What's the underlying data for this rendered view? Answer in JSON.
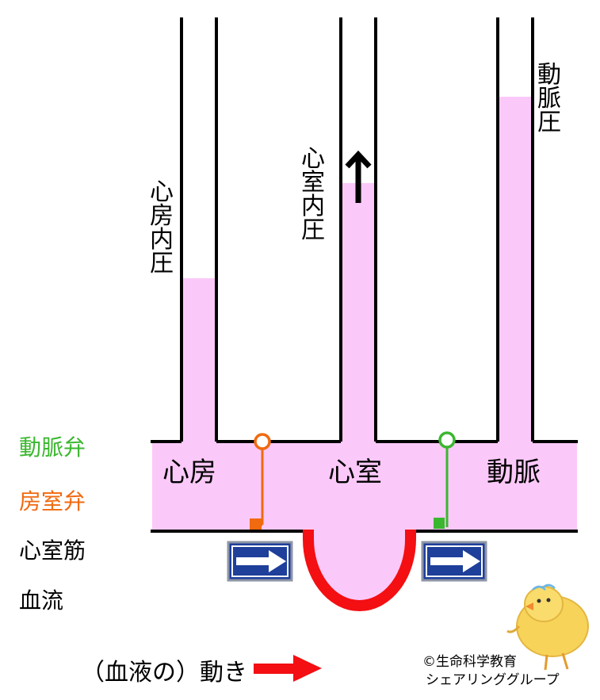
{
  "columns": {
    "atrium_pressure": "心房内圧",
    "ventricle_pressure": "心室内圧",
    "artery_pressure": "動脈圧"
  },
  "chambers": {
    "atrium": "心房",
    "ventricle": "心室",
    "artery": "動脈"
  },
  "legend": {
    "arterial_valve": "動脈弁",
    "av_valve": "房室弁",
    "ventricular_muscle": "心室筋",
    "blood_flow": "血流"
  },
  "motion_label": "（血液の）動き",
  "credit": {
    "line1": "©生命科学教育",
    "line2": "シェアリンググループ"
  },
  "icons": [
    "up-arrow-icon",
    "flow-sign-icon",
    "red-arrow-icon",
    "chick-icon"
  ],
  "colors": {
    "blood": "#fbc9f9",
    "arterial_valve": "#3bb72f",
    "av_valve": "#f06a10",
    "muscle": "#f30f12",
    "sign_blue": "#1e3f9a"
  }
}
